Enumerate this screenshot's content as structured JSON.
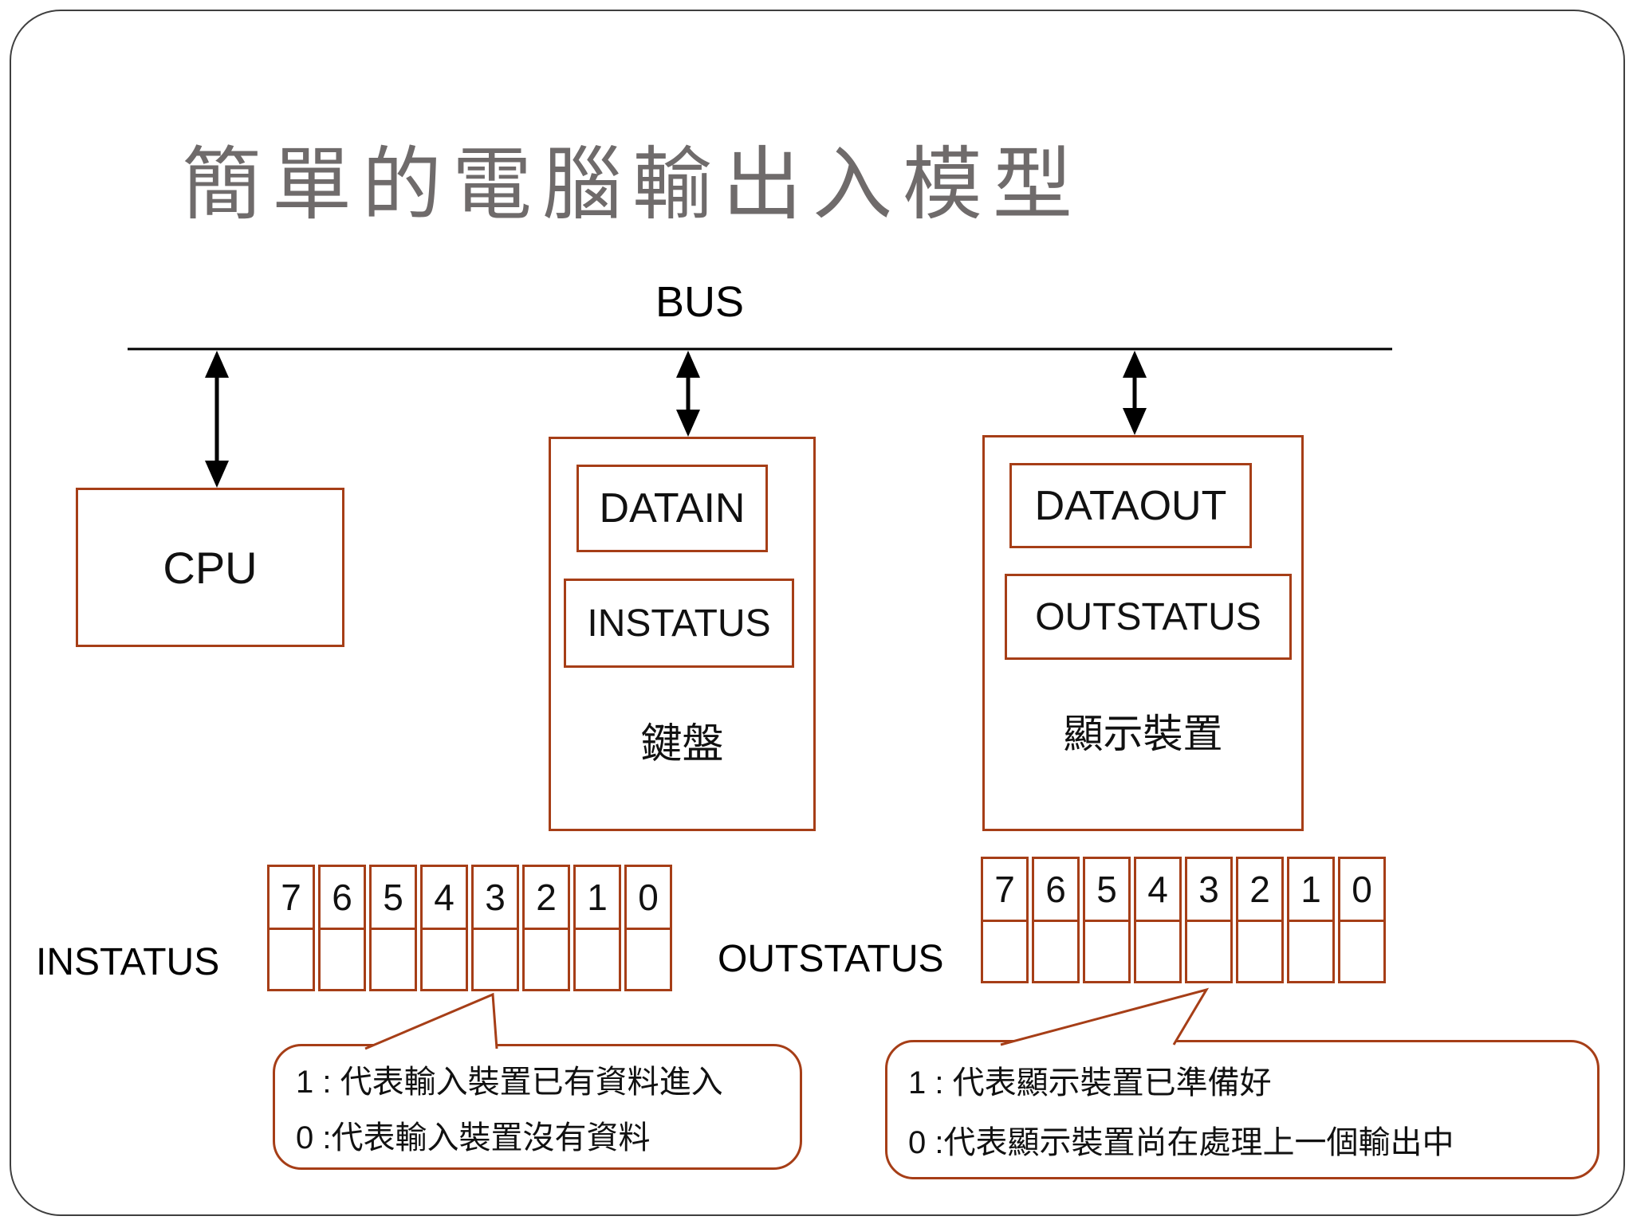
{
  "slide": {
    "title": "簡單的電腦輸出入模型"
  },
  "bus": {
    "label": "BUS"
  },
  "cpu": {
    "label": "CPU"
  },
  "keyboard": {
    "datain_label": "DATAIN",
    "instatus_label": "INSTATUS",
    "device_name": "鍵盤"
  },
  "display": {
    "dataout_label": "DATAOUT",
    "outstatus_label": "OUTSTATUS",
    "device_name": "顯示裝置"
  },
  "registers": {
    "bits": [
      "7",
      "6",
      "5",
      "4",
      "3",
      "2",
      "1",
      "0"
    ],
    "instatus_label": "INSTATUS",
    "outstatus_label": "OUTSTATUS"
  },
  "callouts": {
    "instatus": {
      "line1": "1 : 代表輸入裝置已有資料進入",
      "line2": "0 :代表輸入裝置沒有資料"
    },
    "outstatus": {
      "line1": "1 : 代表顯示裝置已準備好",
      "line2": "0 :代表顯示裝置尚在處理上一個輸出中"
    }
  },
  "colors": {
    "accent": "#a63e17",
    "title_gray": "#6f6b6b",
    "line_black": "#000000",
    "slide_border": "#3f3f3f"
  }
}
